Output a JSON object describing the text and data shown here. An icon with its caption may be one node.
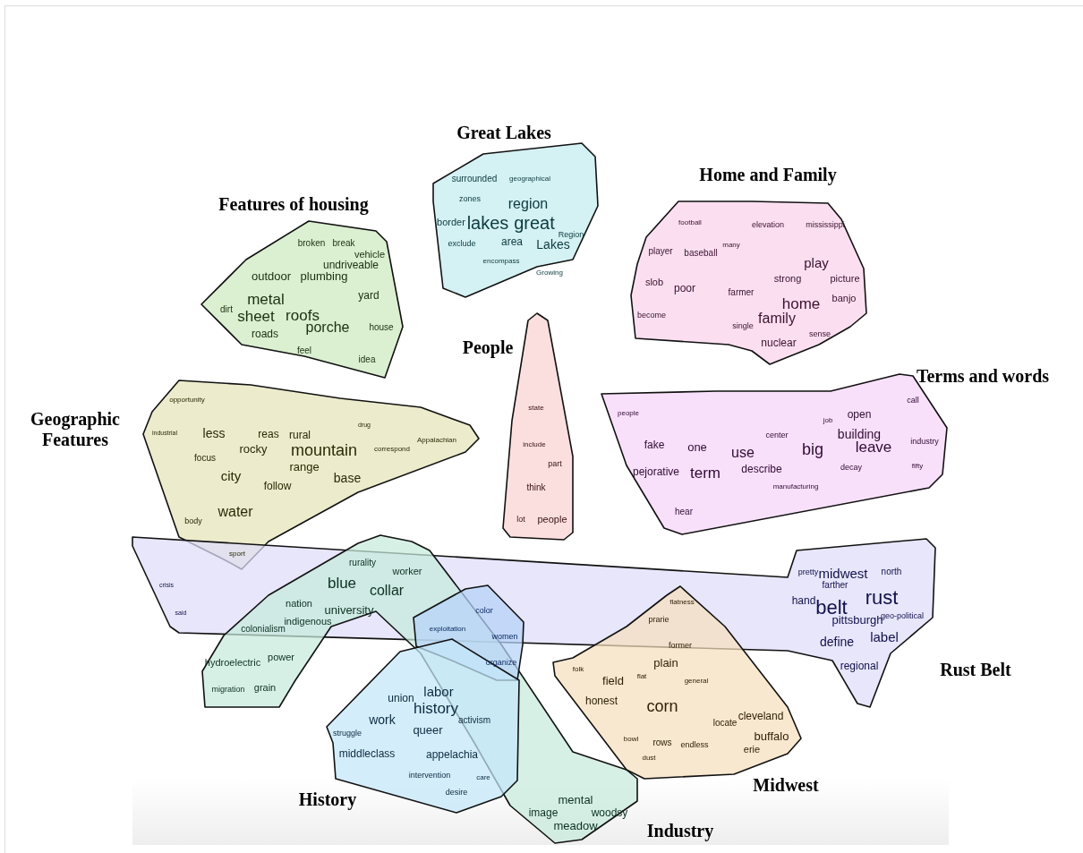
{
  "diagram": {
    "nodes": [
      {
        "text": [
          "Great Lakes",
          "surrounded",
          "geographical",
          "zones",
          "region",
          "border",
          "lakes",
          "great",
          "Region",
          "exclude",
          "area",
          "Lakes",
          "encompass",
          "Growing"
        ]
      },
      {
        "text": [
          "Home and Family",
          "football",
          "elevation",
          "mississippi",
          "player",
          "baseball",
          "many",
          "play",
          "slob",
          "poor",
          "strong",
          "picture",
          "farmer",
          "home",
          "banjo",
          "family",
          "single",
          "become",
          "sense",
          "nuclear"
        ]
      },
      {
        "text": [
          "Features of housing",
          "broken",
          "break",
          "vehicle",
          "undriveable",
          "outdoor",
          "plumbing",
          "metal",
          "sheet",
          "roofs",
          "dirt",
          "roads",
          "yard",
          "porche",
          "house",
          "feel",
          "idea"
        ]
      },
      {
        "text": [
          "People",
          "state",
          "include",
          "part",
          "think",
          "lot",
          "people"
        ]
      },
      {
        "text": [
          "Terms and words",
          "people",
          "call",
          "open",
          "job",
          "center",
          "building",
          "fake",
          "one",
          "use",
          "big",
          "leave",
          "industry",
          "pejorative",
          "term",
          "describe",
          "decay",
          "fifty",
          "manufacturing",
          "hear"
        ]
      },
      {
        "text": [
          "Geographic Features",
          "opportunity",
          "industrial",
          "less",
          "reas",
          "rural",
          "drug",
          "rocky",
          "mountain",
          "correspond",
          "Appalachian",
          "focus",
          "range",
          "city",
          "base",
          "follow",
          "water",
          "body",
          "sport"
        ]
      },
      {
        "text": [
          "Rust Belt",
          "crisis",
          "said",
          "pretty",
          "midwest",
          "north",
          "farther",
          "hand",
          "rust",
          "belt",
          "pittsburgh",
          "geo-political",
          "define",
          "label",
          "regional"
        ]
      },
      {
        "text": [
          "Industry",
          "rurality",
          "worker",
          "blue",
          "collar",
          "nation",
          "university",
          "colonialism",
          "indigenous",
          "hydroelectric",
          "power",
          "migration",
          "grain",
          "mental",
          "image",
          "woodsy",
          "meadow"
        ]
      },
      {
        "text": [
          "color",
          "exploitation",
          "women",
          "organize"
        ]
      },
      {
        "text": [
          "History",
          "labor",
          "union",
          "history",
          "work",
          "activism",
          "queer",
          "struggle",
          "middleclass",
          "appelachia",
          "intervention",
          "care",
          "desire"
        ]
      },
      {
        "text": [
          "Midwest",
          "flatness",
          "prarie",
          "former",
          "plain",
          "folk",
          "field",
          "flat",
          "general",
          "honest",
          "corn",
          "locate",
          "cleveland",
          "buffalo",
          "erie",
          "bowl",
          "rows",
          "endless",
          "dust"
        ]
      }
    ]
  }
}
